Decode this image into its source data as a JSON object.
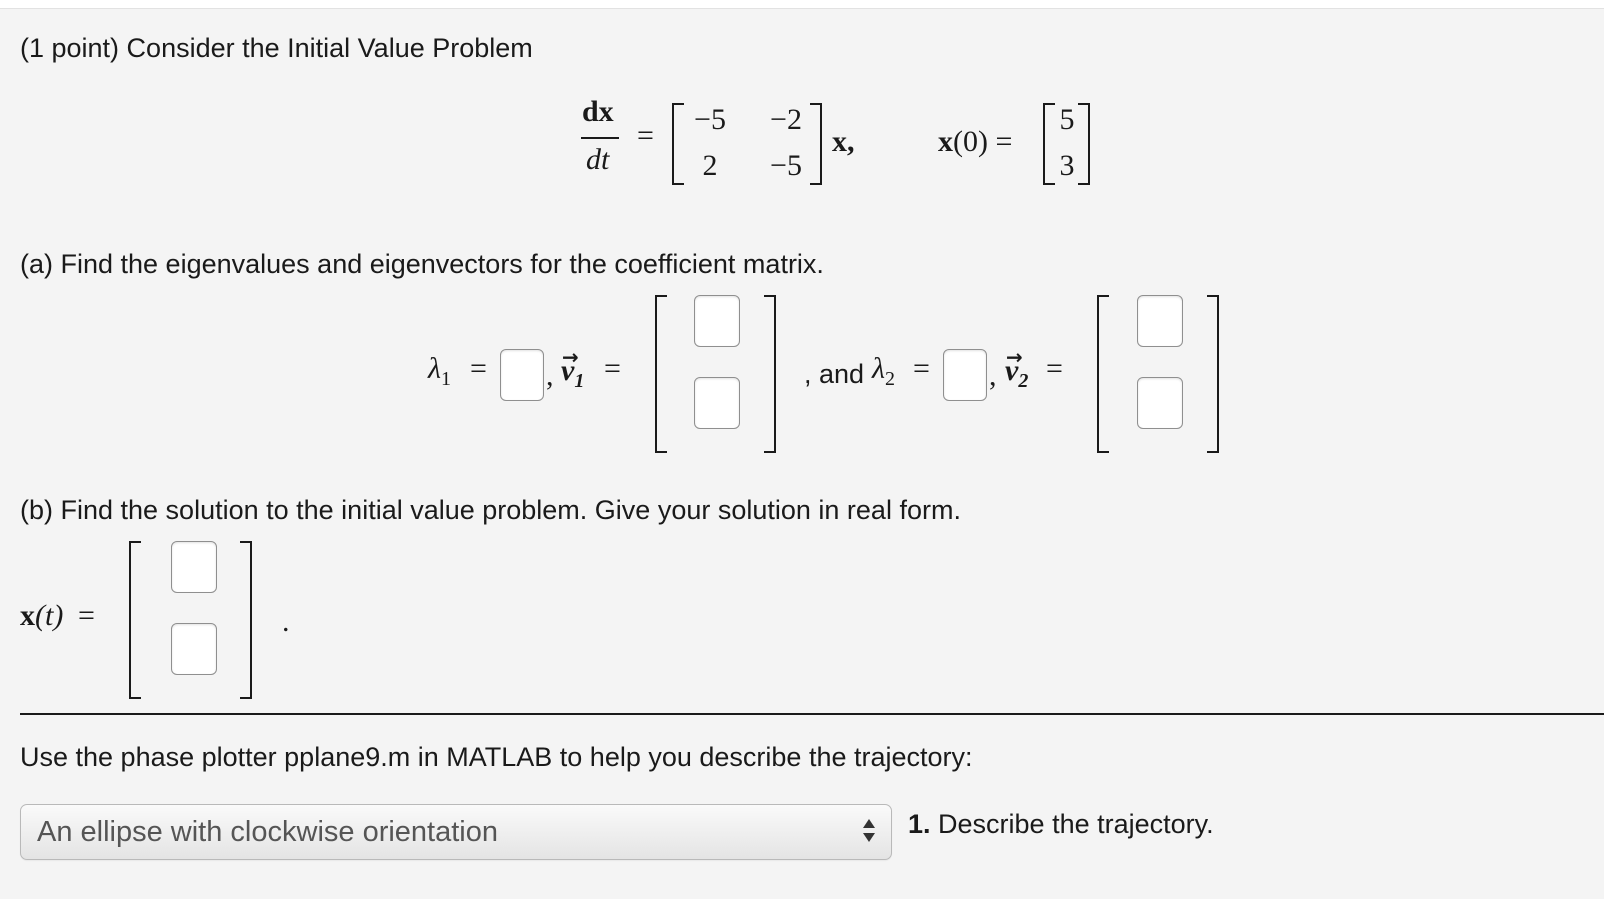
{
  "problem": {
    "header": "(1 point) Consider the Initial Value Problem",
    "ode": {
      "lhs_numerator": "dx",
      "lhs_denominator": "dt",
      "equals": "=",
      "matrix": [
        [
          "−5",
          "−2"
        ],
        [
          "2",
          "−5"
        ]
      ],
      "vector_after": "x,"
    },
    "initial_condition": {
      "label": "x(0) =",
      "vector": [
        "5",
        "3"
      ]
    }
  },
  "part_a": {
    "prompt": "(a) Find the eigenvalues and eigenvectors for the coefficient matrix.",
    "lambda1_label": "λ",
    "lambda1_sub": "1",
    "equals": "=",
    "comma": ",",
    "v1_label": "v",
    "v1_sub": "1",
    "and_text": ", and ",
    "lambda2_label": "λ",
    "lambda2_sub": "2",
    "v2_label": "v",
    "v2_sub": "2",
    "vector_arrow": "→"
  },
  "part_b": {
    "prompt": "(b) Find the solution to the initial value problem. Give your solution in real form.",
    "x_label": "x",
    "t_label": "(t)",
    "equals": "=",
    "period": "."
  },
  "phase": {
    "prompt": "Use the phase plotter pplane9.m in MATLAB to help you describe the trajectory:",
    "select_value": "An ellipse with clockwise orientation",
    "question_number": "1.",
    "question_text": " Describe the trajectory."
  }
}
